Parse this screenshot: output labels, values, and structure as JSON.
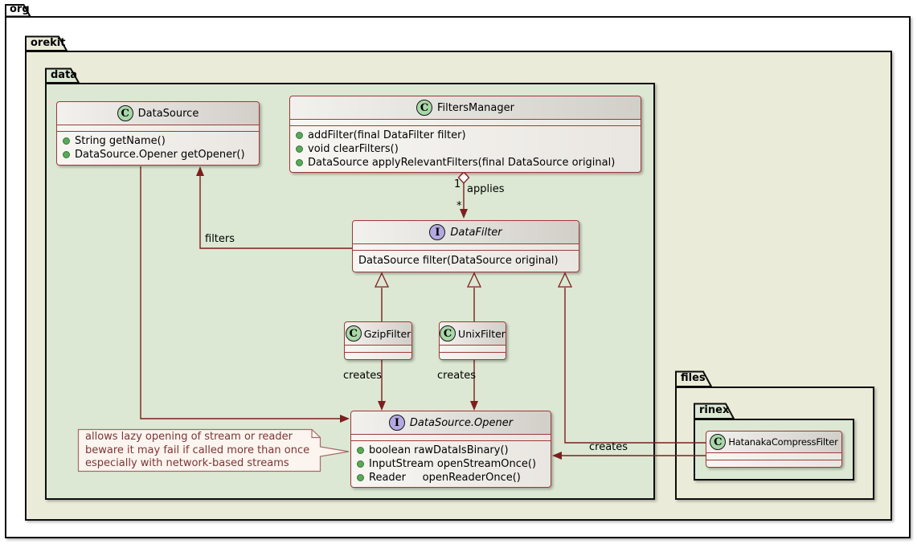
{
  "diagram": {
    "packages": {
      "org": {
        "label": "org"
      },
      "orekit": {
        "label": "orekit"
      },
      "data": {
        "label": "data"
      },
      "files": {
        "label": "files"
      },
      "rinex": {
        "label": "rinex"
      }
    },
    "badges": {
      "class_letter": "C",
      "interface_letter": "I"
    },
    "classes": [
      {
        "key": "datasource",
        "kind": "class",
        "name": "DataSource",
        "members": [
          {
            "text": "String getName()",
            "bullet": true
          },
          {
            "text": "DataSource.Opener getOpener()",
            "bullet": true
          }
        ]
      },
      {
        "key": "filtersmanager",
        "kind": "class",
        "name": "FiltersManager",
        "members": [
          {
            "text": "addFilter(final DataFilter filter)",
            "bullet": true
          },
          {
            "text": "void clearFilters()",
            "bullet": true
          },
          {
            "text": "DataSource applyRelevantFilters(final DataSource original)",
            "bullet": true
          }
        ]
      },
      {
        "key": "datafilter",
        "kind": "interface",
        "name": "DataFilter",
        "members": [
          {
            "text": "DataSource filter(DataSource original)",
            "bullet": false
          }
        ]
      },
      {
        "key": "gzipfilter",
        "kind": "class",
        "name": "GzipFilter",
        "members": []
      },
      {
        "key": "unixfilter",
        "kind": "class",
        "name": "UnixFilter",
        "members": []
      },
      {
        "key": "opener",
        "kind": "interface",
        "name": "DataSource.Opener",
        "members": [
          {
            "text": "boolean rawDataIsBinary()",
            "bullet": true
          },
          {
            "text": "InputStream openStreamOnce()",
            "bullet": true
          },
          {
            "text": "Reader     openReaderOnce()",
            "bullet": true
          }
        ]
      },
      {
        "key": "hatanaka",
        "kind": "class",
        "name": "HatanakaCompressFilter",
        "members": []
      }
    ],
    "note": {
      "lines": [
        "allows lazy opening of stream or reader",
        "beware it may fail if called more than once",
        "especially with network-based streams"
      ]
    },
    "edges": {
      "applies": "applies",
      "mult_one": "1",
      "mult_many": "*",
      "filters": "filters",
      "creates_gzip": "creates",
      "creates_unix": "creates",
      "creates_hatanaka": "creates"
    }
  },
  "colors": {
    "package_beige": "#ebebd9",
    "package_green": "#dce8d3",
    "package_border": "#0d0d0d",
    "class_border": "#9e3a36",
    "class_header_gradient": [
      "#f3f1ee",
      "#d2cfc9"
    ],
    "class_body_gradient": [
      "#f8f6f3",
      "#e9e6e1"
    ],
    "relation_line": "#7d1f1f",
    "class_circle": "#a9d7a9",
    "interface_circle": "#b3a8e0",
    "method_bullet": "#5aa85a",
    "note_background": "#fbf4ef",
    "note_border": "#a66a6a",
    "note_text": "#7d3535"
  }
}
